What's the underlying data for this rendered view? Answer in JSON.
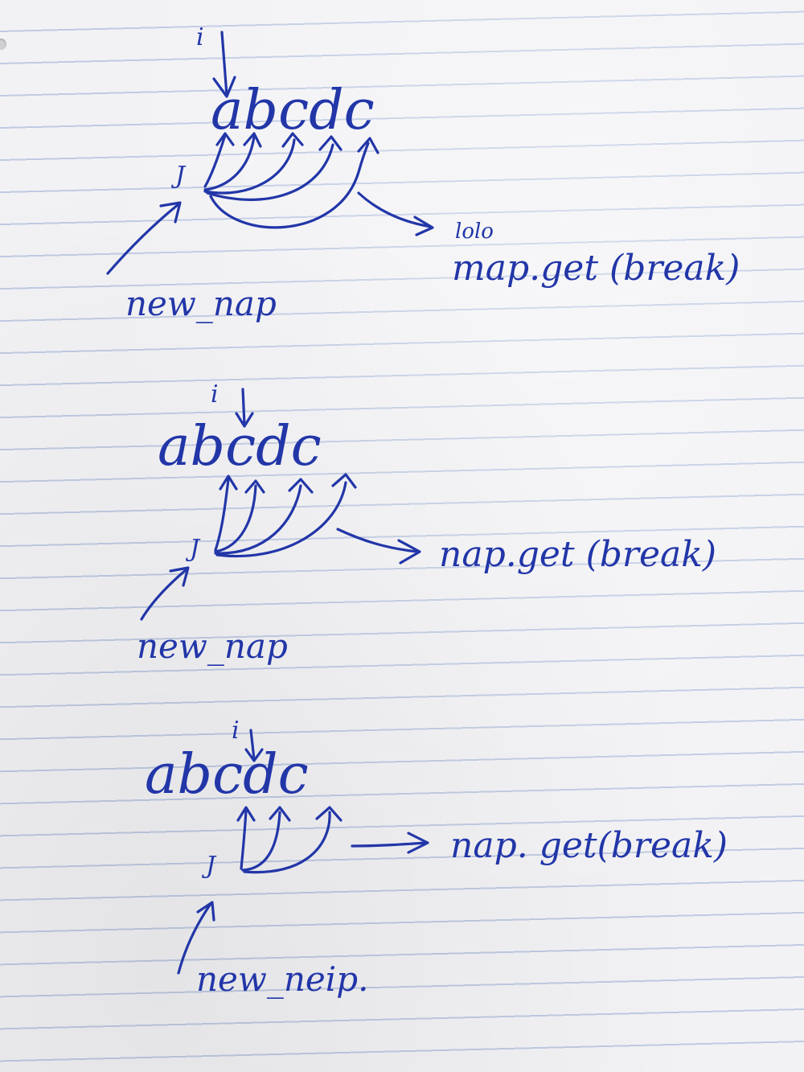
{
  "diagrams": [
    {
      "string": "abcdc",
      "i_label": "i",
      "j_label": "J",
      "pointer_label": "new_nap",
      "call_label": "map.get (break)"
    },
    {
      "string": "abcdc",
      "i_label": "i",
      "j_label": "J",
      "pointer_label": "new_nap",
      "call_label": "nap.get (break)"
    },
    {
      "string": "abcdc",
      "i_label": "i",
      "j_label": "J",
      "pointer_label": "new_neip.",
      "call_label": "nap. get(break)"
    }
  ],
  "colors": {
    "ink": "#2236a8",
    "paper": "#f2f2f5",
    "rule_line": "#96aad2"
  }
}
